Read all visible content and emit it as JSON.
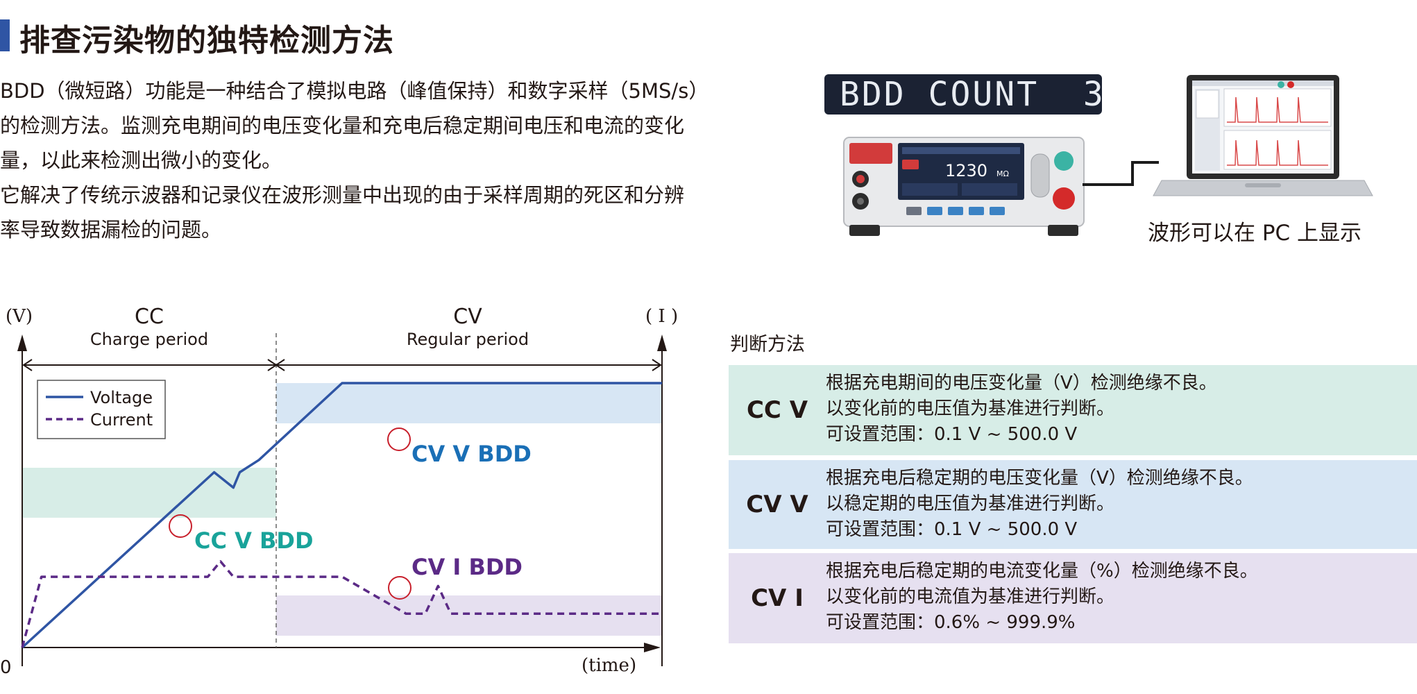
{
  "header": {
    "title": "排查污染物的独特检测方法"
  },
  "intro": {
    "lines": [
      "BDD（微短路）功能是一种结合了模拟电路（峰值保持）和数字采样（5MS/s）",
      "的检测方法。监测充电期间的电压变化量和充电后稳定期间电压和电流的变化",
      "量，以此来检测出微小的变化。",
      "它解决了传统示波器和记录仪在波形测量中出现的由于采样周期的死区和分辨",
      "率导致数据漏检的问题。"
    ]
  },
  "display": {
    "text": "BDD COUNT  3"
  },
  "device": {
    "screen_value": "1230",
    "screen_unit": "MΩ"
  },
  "pc_caption": "波形可以在 PC 上显示",
  "colors": {
    "title_bar": "#2f55a4",
    "voltage": "#2f55a4",
    "current": "#5b2a86",
    "cc_v_bdd": "#19a39a",
    "cv_v_bdd": "#1a6fb6",
    "cv_i_bdd": "#5b2a86",
    "band_green": "#d7ede7",
    "band_blue": "#d7e6f4",
    "band_purple": "#e6e0f0",
    "marker": "#c8202c"
  },
  "chart_data": {
    "type": "line",
    "y_left_label": "(V)",
    "y_right_label": "( I )",
    "x_label": "(time)",
    "origin_label": "0",
    "periods": [
      {
        "name": "CC",
        "sub": "Charge period"
      },
      {
        "name": "CV",
        "sub": "Regular period"
      }
    ],
    "legend": [
      "Voltage",
      "Current"
    ],
    "annotations": [
      "CC V BDD",
      "CV V BDD",
      "CV I BDD"
    ],
    "series": [
      {
        "name": "Voltage",
        "style": "solid",
        "x": [
          0,
          30,
          33,
          34,
          37,
          50,
          100
        ],
        "y": [
          0,
          57,
          52,
          57,
          61,
          86,
          86
        ]
      },
      {
        "name": "Current",
        "style": "dashed",
        "x": [
          0,
          3,
          29,
          31,
          33,
          50,
          60,
          63,
          65,
          67,
          100
        ],
        "y": [
          0,
          23,
          23,
          28,
          23,
          23,
          11,
          11,
          20,
          11,
          11
        ]
      }
    ]
  },
  "judgement": {
    "title": "判断方法",
    "rows": [
      {
        "code": "CC V",
        "lines": [
          "根据充电期间的电压变化量（V）检测绝缘不良。",
          "以变化前的电压值为基准进行判断。",
          "可设置范围：0.1 V ~ 500.0 V"
        ]
      },
      {
        "code": "CV V",
        "lines": [
          "根据充电后稳定期的电压变化量（V）检测绝缘不良。",
          "以稳定期的电压值为基准进行判断。",
          "可设置范围：0.1 V ~ 500.0 V"
        ]
      },
      {
        "code": "CV I",
        "lines": [
          "根据充电后稳定期的电流变化量（%）检测绝缘不良。",
          "以变化前的电流值为基准进行判断。",
          "可设置范围：0.6% ~ 999.9%"
        ]
      }
    ]
  }
}
